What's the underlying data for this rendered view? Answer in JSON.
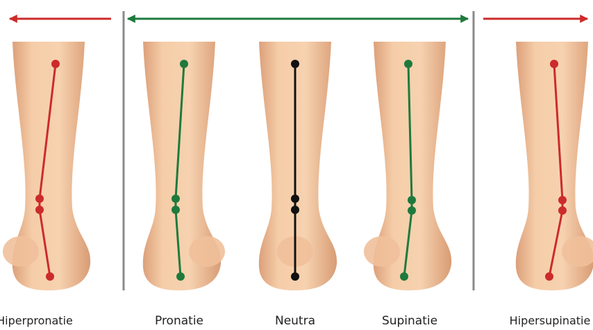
{
  "colors": {
    "pathological": "#cc2b2b",
    "normal_range": "#1e7a3c",
    "neutral": "#111111",
    "divider": "#8a8a8a",
    "skin": "#f3c39c"
  },
  "legs": [
    {
      "label": "Hiperpronatie",
      "line_color": "red",
      "category": "pathological"
    },
    {
      "label": "Pronatie",
      "line_color": "green",
      "category": "normal_range"
    },
    {
      "label": "Neutra",
      "line_color": "black",
      "category": "neutral"
    },
    {
      "label": "Supinatie",
      "line_color": "green",
      "category": "normal_range"
    },
    {
      "label": "Hipersupinatie",
      "line_color": "red",
      "category": "pathological"
    }
  ]
}
